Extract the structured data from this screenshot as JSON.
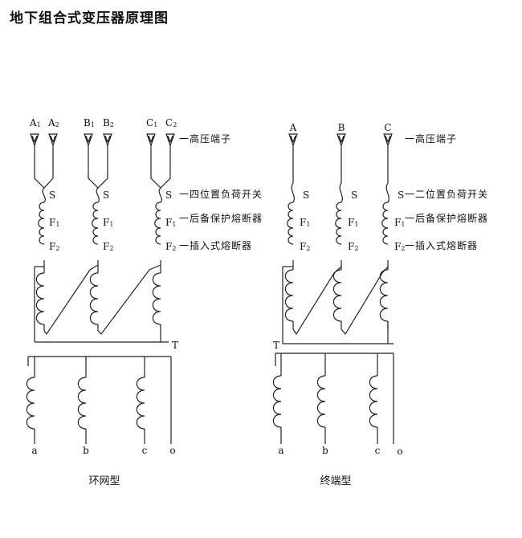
{
  "title": "地下组合式变压器原理图",
  "left": {
    "caption": "环网型",
    "terminals": [
      {
        "main": "A",
        "sub": "1"
      },
      {
        "main": "A",
        "sub": "2"
      },
      {
        "main": "B",
        "sub": "1"
      },
      {
        "main": "B",
        "sub": "2"
      },
      {
        "main": "C",
        "sub": "1"
      },
      {
        "main": "C",
        "sub": "2"
      }
    ],
    "s_label": "S",
    "f1": {
      "main": "F",
      "sub": "1"
    },
    "f2": {
      "main": "F",
      "sub": "2"
    },
    "t_label": "T",
    "outputs": [
      "a",
      "b",
      "c",
      "o"
    ],
    "annotations": {
      "terminal": "一高压端子",
      "switch": "一四位置负荷开关",
      "fuse1": "一后备保护熔断器",
      "fuse2": "一插入式熔断器"
    }
  },
  "right": {
    "caption": "终端型",
    "terminals": [
      "A",
      "B",
      "C"
    ],
    "s_label": "S",
    "f1": {
      "main": "F",
      "sub": "1"
    },
    "f2": {
      "main": "F",
      "sub": "2"
    },
    "t_label": "T",
    "outputs": [
      "a",
      "b",
      "c",
      "o"
    ],
    "annotations": {
      "terminal": "一高压端子",
      "switch": "一二位置负荷开关",
      "fuse1": "一后备保护熔断器",
      "fuse2": "一插入式熔断器"
    }
  }
}
